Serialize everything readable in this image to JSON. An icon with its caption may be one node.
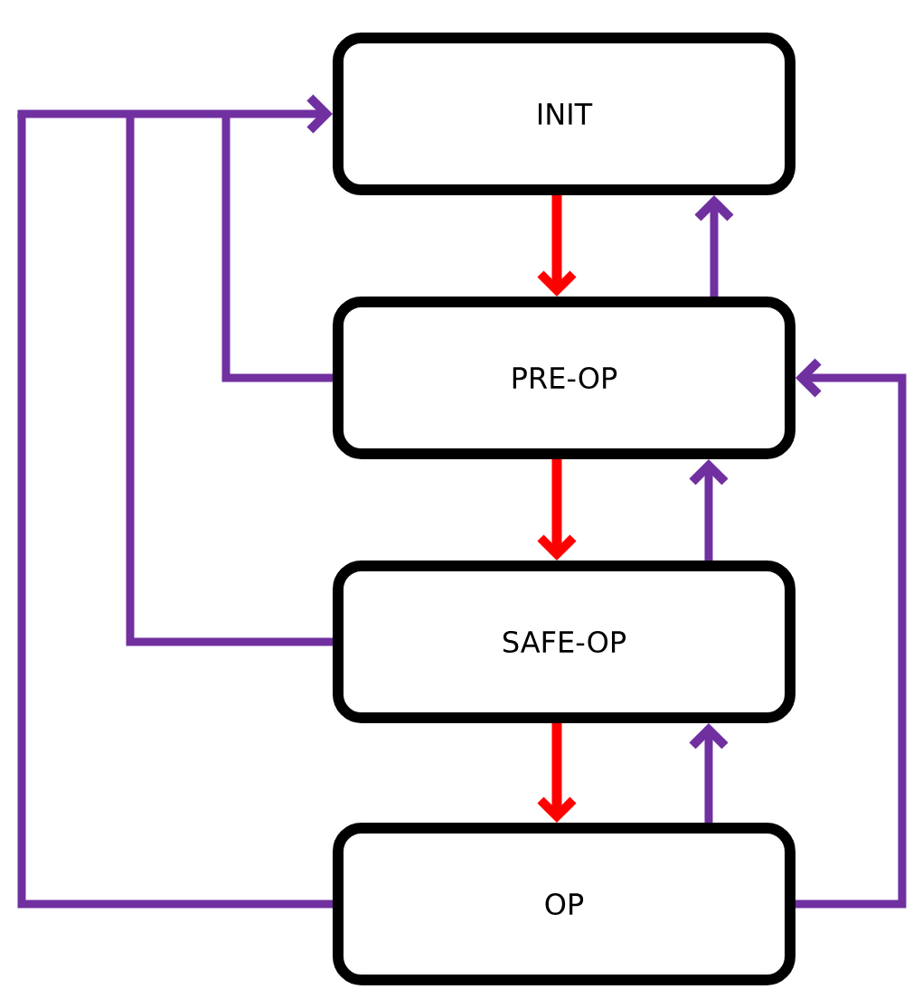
{
  "diagram": {
    "nodes": [
      {
        "text": [
          "INIT"
        ]
      },
      {
        "text": [
          "PRE-OP"
        ]
      },
      {
        "text": [
          "SAFE-OP"
        ]
      },
      {
        "text": [
          "OP"
        ]
      }
    ],
    "edges": [
      {
        "from": 0,
        "to": 1,
        "arrow": "to",
        "color": "#ff0000"
      },
      {
        "from": 1,
        "to": 2,
        "arrow": "to",
        "color": "#ff0000"
      },
      {
        "from": 2,
        "to": 3,
        "arrow": "to",
        "color": "#ff0000"
      },
      {
        "from": 1,
        "to": 0,
        "arrow": "to"
      },
      {
        "from": 2,
        "to": 1,
        "arrow": "to"
      },
      {
        "from": 3,
        "to": 2,
        "arrow": "to"
      },
      {
        "from": 1,
        "to": 0,
        "arrow": "to"
      },
      {
        "from": 2,
        "to": 0,
        "arrow": "to"
      },
      {
        "from": 3,
        "to": 0,
        "arrow": "to"
      },
      {
        "from": 3,
        "to": 1,
        "arrow": "to"
      }
    ]
  }
}
